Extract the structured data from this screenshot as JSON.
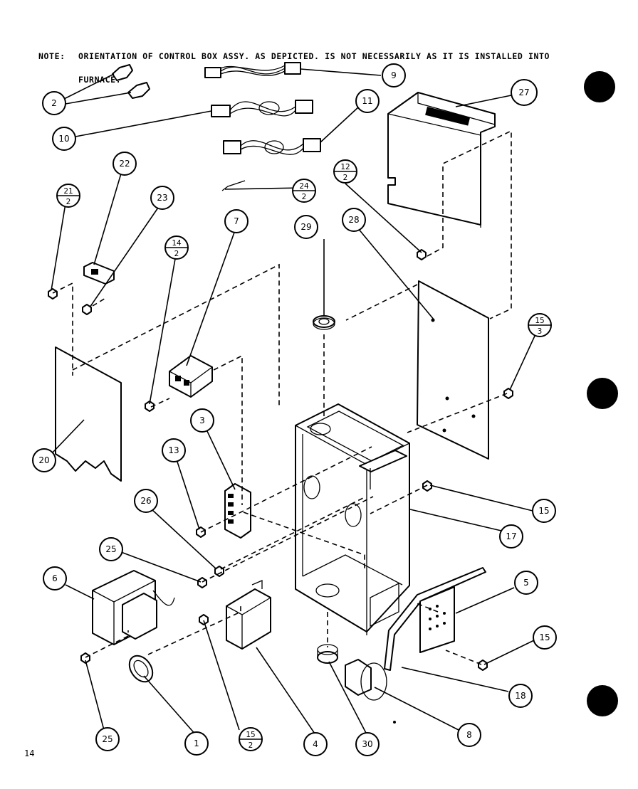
{
  "note": {
    "label": "NOTE:",
    "line1": "ORIENTATION OF CONTROL BOX ASSY. AS DEPICTED. IS NOT NECESSARILY AS IT IS INSTALLED INTO",
    "line2": "FURNACE."
  },
  "page_number": "14",
  "callouts": {
    "c1": "1",
    "c2": "2",
    "c3": "3",
    "c4": "4",
    "c5": "5",
    "c6": "6",
    "c7": "7",
    "c8": "8",
    "c9": "9",
    "c10": "10",
    "c11": "11",
    "c13": "13",
    "c15a": "15",
    "c15b": "15",
    "c17": "17",
    "c18": "18",
    "c20": "20",
    "c22": "22",
    "c23": "23",
    "c25a": "25",
    "c25b": "25",
    "c26": "26",
    "c27": "27",
    "c28": "28",
    "c29": "29",
    "c30": "30"
  },
  "fractions": {
    "f21": {
      "top": "21",
      "bottom": "2"
    },
    "f14": {
      "top": "14",
      "bottom": "2"
    },
    "f24": {
      "top": "24",
      "bottom": "2"
    },
    "f12": {
      "top": "12",
      "bottom": "2"
    },
    "f15a": {
      "top": "15",
      "bottom": "3"
    },
    "f15b": {
      "top": "15",
      "bottom": "2"
    }
  }
}
